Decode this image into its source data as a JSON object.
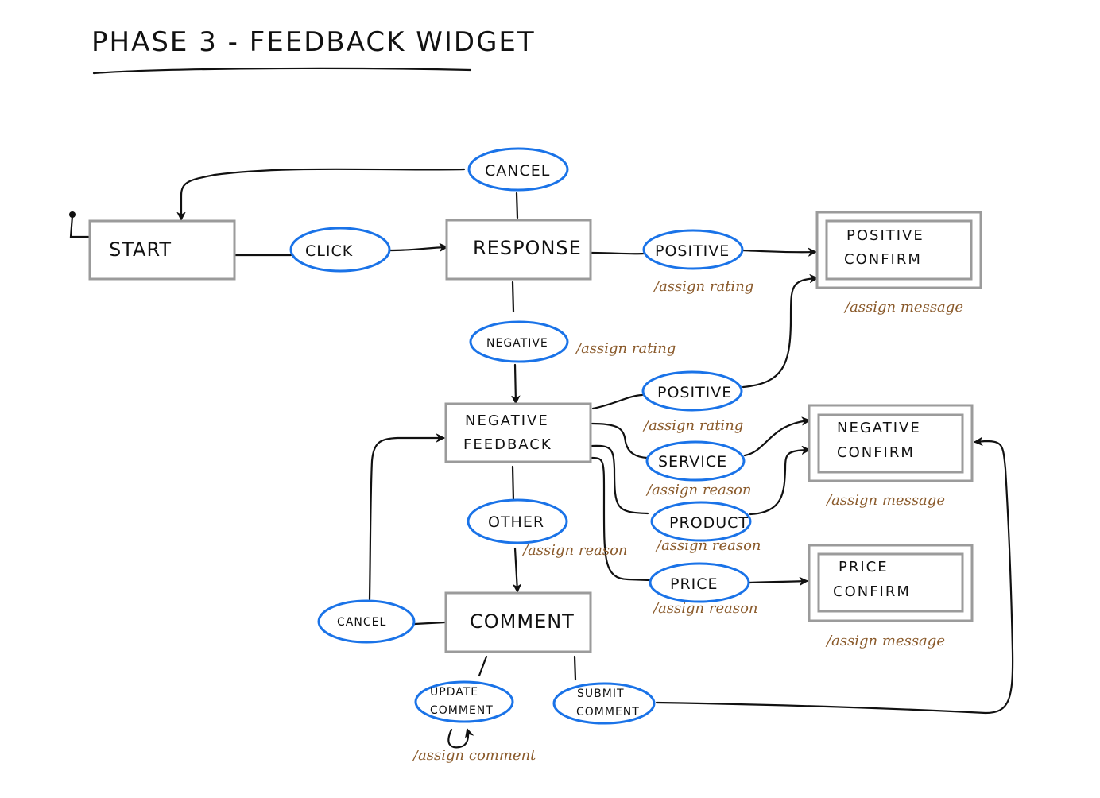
{
  "title": "PHASE 3 - FEEDBACK WIDGET",
  "colors": {
    "state_border": "#9b9b9b",
    "event_border": "#1a73e8",
    "action_text": "#8a5a2b",
    "edge": "#111111"
  },
  "states": {
    "start": {
      "label": "START",
      "final": false
    },
    "response": {
      "label": "RESPONSE",
      "final": false
    },
    "negative_feedback": {
      "label_line1": "NEGATIVE",
      "label_line2": "FEEDBACK",
      "final": false
    },
    "comment": {
      "label": "COMMENT",
      "final": false
    },
    "positive_confirm": {
      "label_line1": "POSITIVE",
      "label_line2": "CONFIRM",
      "final": true,
      "action": "/assign message"
    },
    "negative_confirm": {
      "label_line1": "NEGATIVE",
      "label_line2": "CONFIRM",
      "final": true,
      "action": "/assign message"
    },
    "price_confirm": {
      "label_line1": "PRICE",
      "label_line2": "CONFIRM",
      "final": true,
      "action": "/assign message"
    }
  },
  "events": {
    "click": {
      "label": "CLICK",
      "from": "START",
      "to": "RESPONSE"
    },
    "cancel_response": {
      "label": "CANCEL",
      "from": "RESPONSE",
      "to": "START"
    },
    "positive_response": {
      "label": "POSITIVE",
      "from": "RESPONSE",
      "to": "POSITIVE CONFIRM",
      "action": "/assign rating"
    },
    "negative_response": {
      "label": "NEGATIVE",
      "from": "RESPONSE",
      "to": "NEGATIVE FEEDBACK",
      "action": "/assign rating"
    },
    "positive_feedback": {
      "label": "POSITIVE",
      "from": "NEGATIVE FEEDBACK",
      "to": "POSITIVE CONFIRM",
      "action": "/assign rating"
    },
    "service": {
      "label": "SERVICE",
      "from": "NEGATIVE FEEDBACK",
      "to": "NEGATIVE CONFIRM",
      "action": "/assign reason"
    },
    "product": {
      "label": "PRODUCT",
      "from": "NEGATIVE FEEDBACK",
      "to": "NEGATIVE CONFIRM",
      "action": "/assign reason"
    },
    "price": {
      "label": "PRICE",
      "from": "NEGATIVE FEEDBACK",
      "to": "PRICE CONFIRM",
      "action": "/assign reason"
    },
    "other": {
      "label": "OTHER",
      "from": "NEGATIVE FEEDBACK",
      "to": "COMMENT",
      "action": "/assign reason"
    },
    "cancel_comment": {
      "label": "CANCEL",
      "from": "COMMENT",
      "to": "NEGATIVE FEEDBACK"
    },
    "update_comment": {
      "label_line1": "UPDATE",
      "label_line2": "COMMENT",
      "from": "COMMENT",
      "to": "COMMENT",
      "action": "/assign comment"
    },
    "submit_comment": {
      "label_line1": "SUBMIT",
      "label_line2": "COMMENT",
      "from": "COMMENT",
      "to": "NEGATIVE CONFIRM"
    }
  }
}
